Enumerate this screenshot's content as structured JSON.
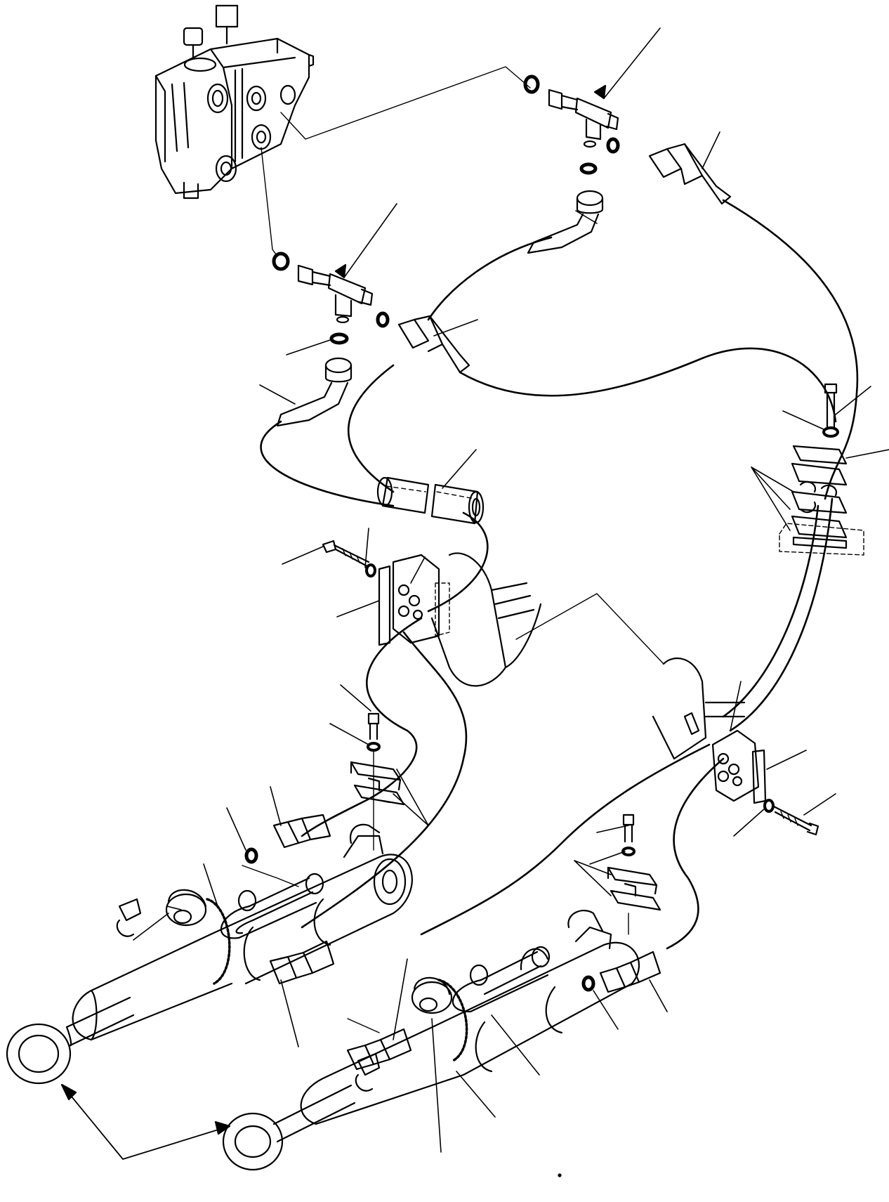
{
  "diagram": {
    "title": "",
    "style": "black line-art exploded parts drawing",
    "stroke_color": "#000000",
    "background_color": "#ffffff",
    "callout_labels": [],
    "components": [
      "control-valve",
      "tee-fitting",
      "o-ring",
      "hose-fitting",
      "elbow-fitting",
      "hydraulic-hose",
      "protective-sleeve",
      "hose-clamp-block",
      "clamp-plate",
      "bolt",
      "washer",
      "hydraulic-cylinder",
      "hose-band-clamp",
      "pipe-loop"
    ]
  }
}
